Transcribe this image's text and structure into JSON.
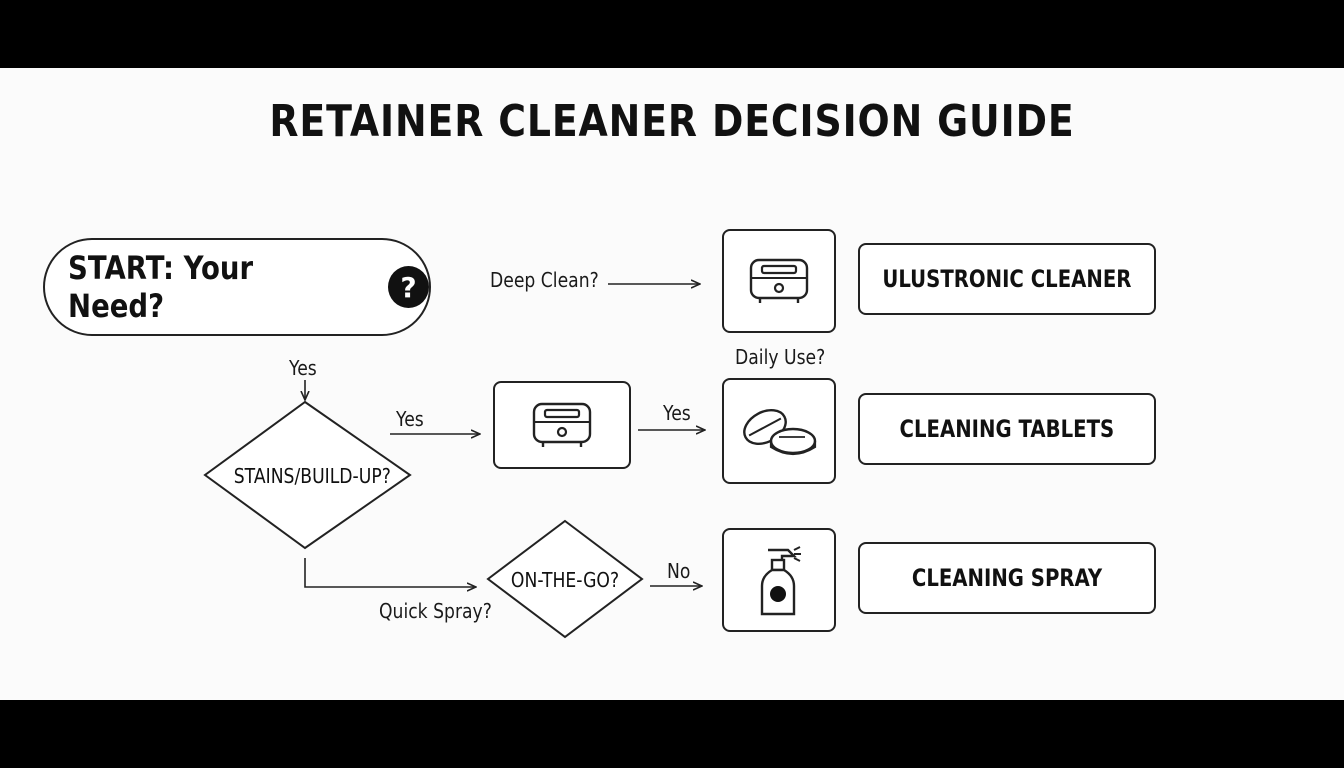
{
  "title": "RETAINER CLEANER DECISION GUIDE",
  "start": {
    "label": "START: Your Need?",
    "icon": "question-icon"
  },
  "diamonds": {
    "stains": "STAINS/BUILD-UP?",
    "on_the_go": "ON-THE-GO?"
  },
  "edge_labels": {
    "deep_clean": "Deep Clean?",
    "yes_down": "Yes",
    "yes_right": "Yes",
    "yes_tablets": "Yes",
    "daily_use": "Daily Use?",
    "quick_spray": "Quick Spray?",
    "no": "No"
  },
  "results": [
    {
      "label": "ULUSTRONIC CLEANER",
      "icon": "ultrasonic-cleaner-icon"
    },
    {
      "label": "CLEANING TABLETS",
      "icon": "cleaning-tablets-icon"
    },
    {
      "label": "CLEANING SPRAY",
      "icon": "spray-bottle-icon"
    }
  ],
  "colors": {
    "background": "#fbfbfb",
    "letterbox": "#000000",
    "ink": "#111111"
  }
}
